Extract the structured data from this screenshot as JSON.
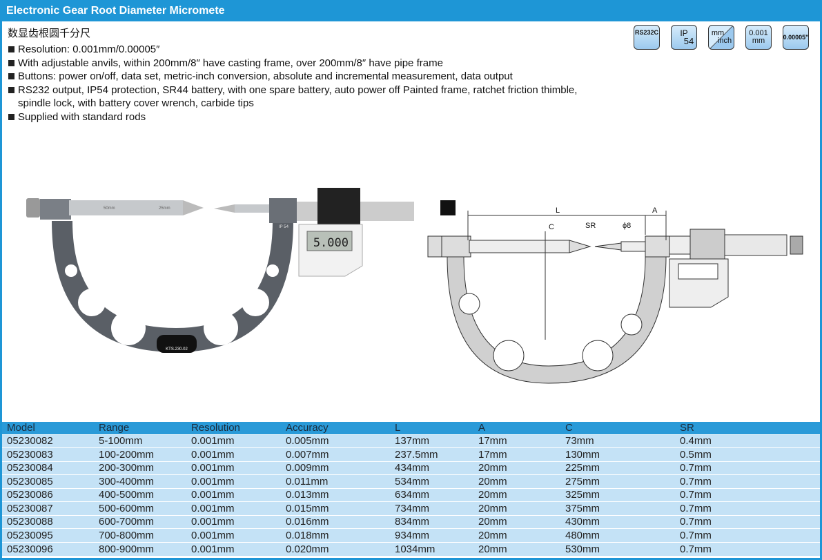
{
  "title": "Electronic Gear Root Diameter Micromete",
  "subtitle_cn": "数显齿根圆千分尺",
  "features": [
    "Resolution: 0.001mm/0.00005″",
    "With adjustable anvils, within 200mm/8″ have casting frame, over 200mm/8″ have pipe frame",
    "Buttons: power on/off, data set, metric-inch conversion, absolute and incremental measurement, data output",
    "RS232 output, IP54 protection, SR44 battery, with one spare battery, auto power off Painted frame, ratchet friction thimble,",
    "spindle lock, with battery cover wrench, carbide tips",
    "Supplied with standard rods"
  ],
  "badges": {
    "rs232": "RS232C",
    "ip": "IP",
    "ip_num": "54",
    "mm": "mm",
    "inch": "inch",
    "res_mm": "0.001",
    "res_mm_unit": "mm",
    "res_inch": "0.00005\""
  },
  "photo": {
    "display": "5.000",
    "brand": "KTS.230.02",
    "rod1": "50mm",
    "rod2": "25mm",
    "ip": "IP 54"
  },
  "diagram": {
    "L": "L",
    "A": "A",
    "C": "C",
    "SR": "SR",
    "phi": "ϕ8"
  },
  "table": {
    "headers": [
      "Model",
      "Range",
      "Resolution",
      "Accuracy",
      "L",
      "A",
      "C",
      "SR"
    ],
    "rows": [
      [
        "05230082",
        "5-100mm",
        "0.001mm",
        "0.005mm",
        "137mm",
        "17mm",
        "73mm",
        "0.4mm"
      ],
      [
        "05230083",
        "100-200mm",
        "0.001mm",
        "0.007mm",
        "237.5mm",
        "17mm",
        "130mm",
        "0.5mm"
      ],
      [
        "05230084",
        "200-300mm",
        "0.001mm",
        "0.009mm",
        "434mm",
        "20mm",
        "225mm",
        "0.7mm"
      ],
      [
        "05230085",
        "300-400mm",
        "0.001mm",
        "0.011mm",
        "534mm",
        "20mm",
        "275mm",
        "0.7mm"
      ],
      [
        "05230086",
        "400-500mm",
        "0.001mm",
        "0.013mm",
        "634mm",
        "20mm",
        "325mm",
        "0.7mm"
      ],
      [
        "05230087",
        "500-600mm",
        "0.001mm",
        "0.015mm",
        "734mm",
        "20mm",
        "375mm",
        "0.7mm"
      ],
      [
        "05230088",
        "600-700mm",
        "0.001mm",
        "0.016mm",
        "834mm",
        "20mm",
        "430mm",
        "0.7mm"
      ],
      [
        "05230095",
        "700-800mm",
        "0.001mm",
        "0.018mm",
        "934mm",
        "20mm",
        "480mm",
        "0.7mm"
      ],
      [
        "05230096",
        "800-900mm",
        "0.001mm",
        "0.020mm",
        "1034mm",
        "20mm",
        "530mm",
        "0.7mm"
      ]
    ]
  }
}
